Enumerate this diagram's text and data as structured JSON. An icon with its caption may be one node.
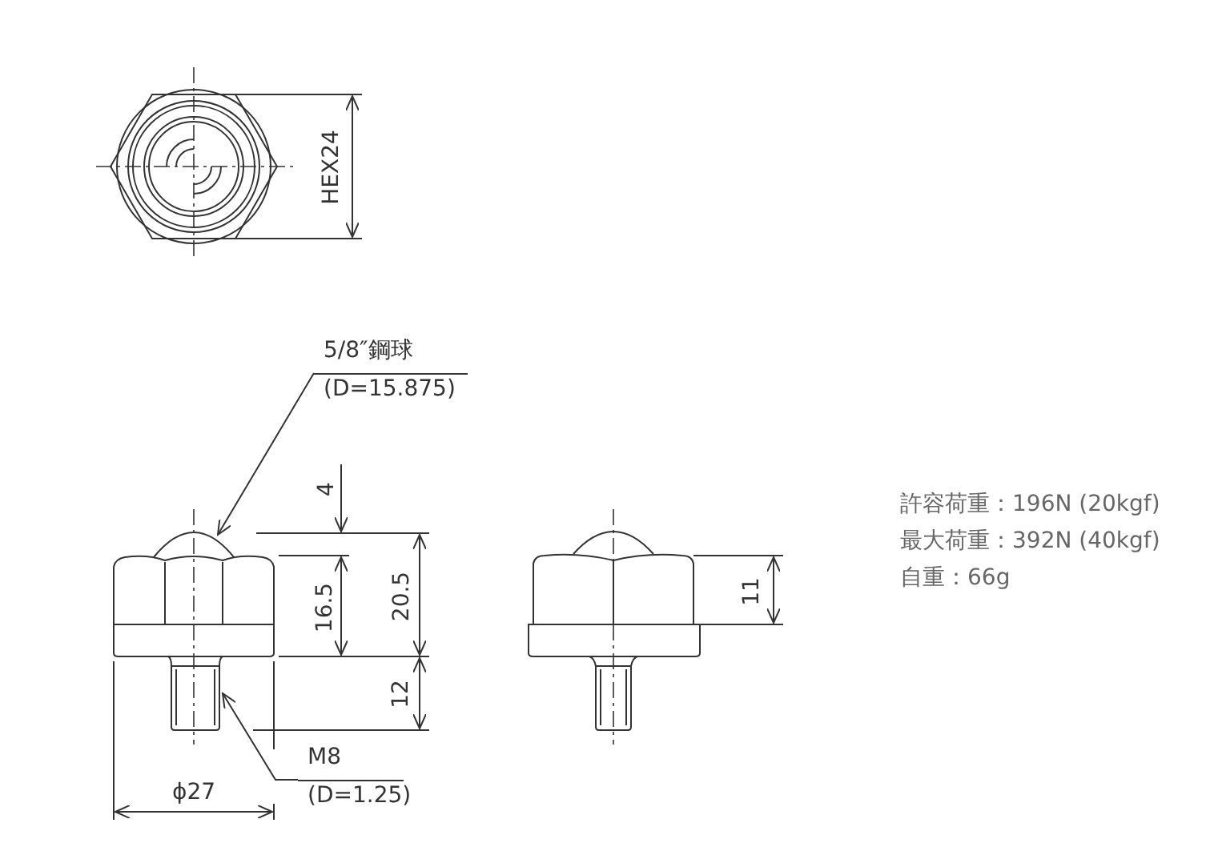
{
  "diagram": {
    "nodes": [
      {
        "text": [
          "5/8″鋼球",
          "(D=15.875)"
        ]
      },
      {
        "text": [],
        "shape": "picture"
      },
      {
        "text": [
          "M8",
          "(D=1.25)"
        ]
      },
      {
        "text": [],
        "shape": "picture"
      }
    ],
    "edges": [
      {
        "from": 0,
        "to": 1,
        "arrow": "to"
      },
      {
        "from": 2,
        "to": 3,
        "arrow": "to"
      }
    ],
    "labels": [
      "HEX24",
      "4",
      "16.5",
      "20.5",
      "12",
      "ϕ27",
      "11",
      "許容荷重：196N (20kgf)",
      "最大荷重：392N (40kgf)",
      "自重：66g"
    ]
  }
}
